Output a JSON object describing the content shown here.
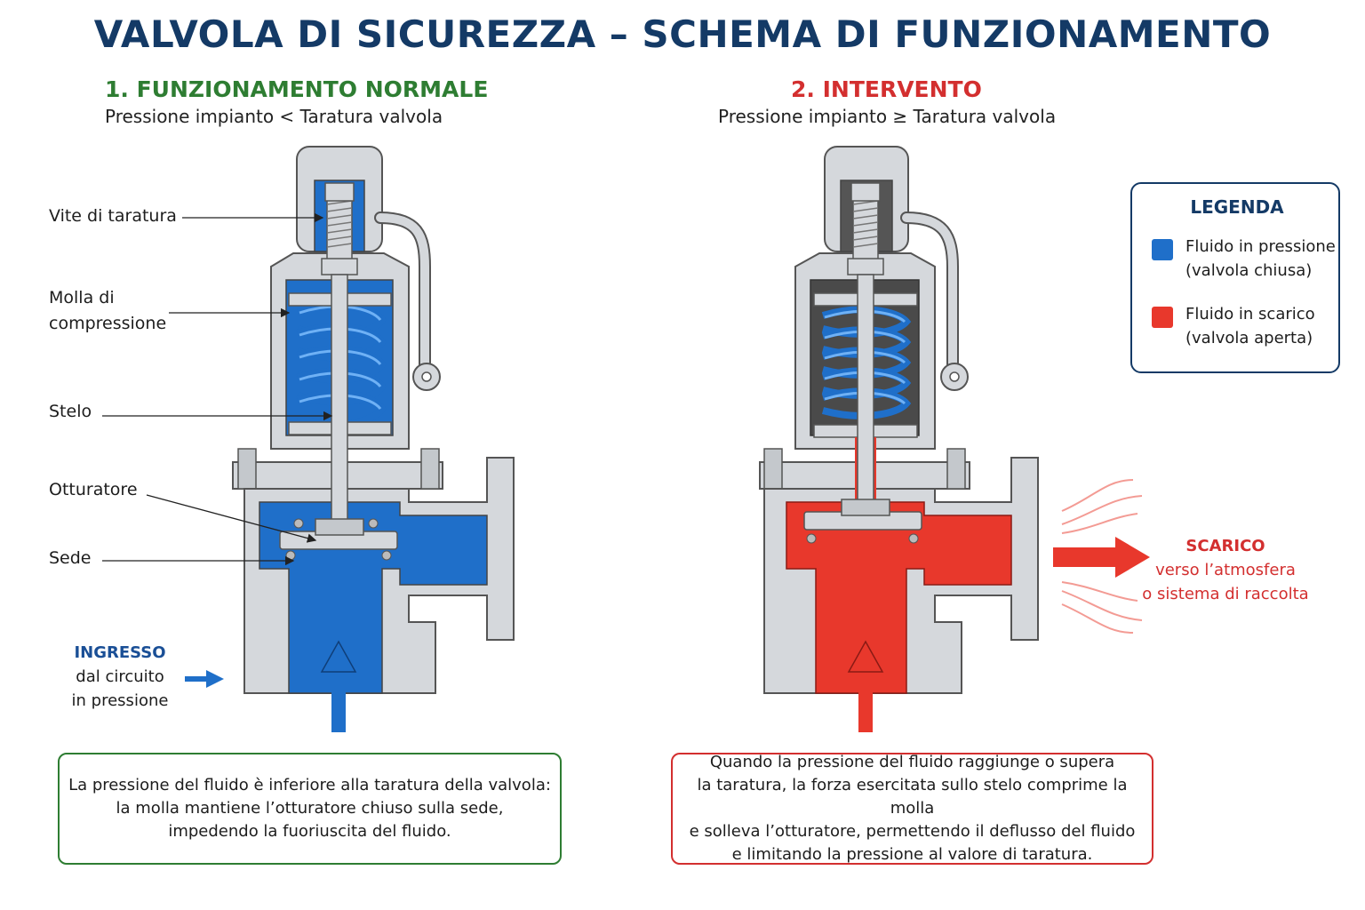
{
  "title": "VALVOLA DI SICUREZZA – SCHEMA DI FUNZIONAMENTO",
  "colors": {
    "title": "#143a66",
    "normal": "#2e7d32",
    "intervento": "#d32f2f",
    "fluid_pressure": "#1f6fc9",
    "fluid_discharge": "#e8382c",
    "metal": "#d5d8dc"
  },
  "section_normal": {
    "title": "1. FUNZIONAMENTO NORMALE",
    "subtitle": "Pressione impianto < Taratura valvola"
  },
  "section_intervento": {
    "title": "2. INTERVENTO",
    "subtitle": "Pressione impianto ≥ Taratura valvola"
  },
  "parts": {
    "vite": "Vite di taratura",
    "molla_1": "Molla di",
    "molla_2": "compressione",
    "stelo": "Stelo",
    "otturatore": "Otturatore",
    "sede": "Sede"
  },
  "inlet": {
    "title": "INGRESSO",
    "line1": "dal circuito",
    "line2": "in pressione"
  },
  "outlet": {
    "title": "SCARICO",
    "line1": "verso l’atmosfera",
    "line2": "o sistema di raccolta"
  },
  "legend": {
    "title": "LEGENDA",
    "items": [
      {
        "color": "#1f6fc9",
        "line1": "Fluido in pressione",
        "line2": "(valvola chiusa)"
      },
      {
        "color": "#e8382c",
        "line1": "Fluido in scarico",
        "line2": "(valvola aperta)"
      }
    ]
  },
  "desc_normal": "La pressione del fluido è inferiore alla taratura della valvola:\nla molla mantiene l’otturatore chiuso sulla sede,\nimpedendo la fuoriuscita del fluido.",
  "desc_intervento": "Quando la pressione del fluido raggiunge o supera\nla taratura, la forza esercitata sullo stelo comprime la molla\ne solleva l’otturatore, permettendo il deflusso del fluido\ne limitando la pressione al valore di taratura."
}
